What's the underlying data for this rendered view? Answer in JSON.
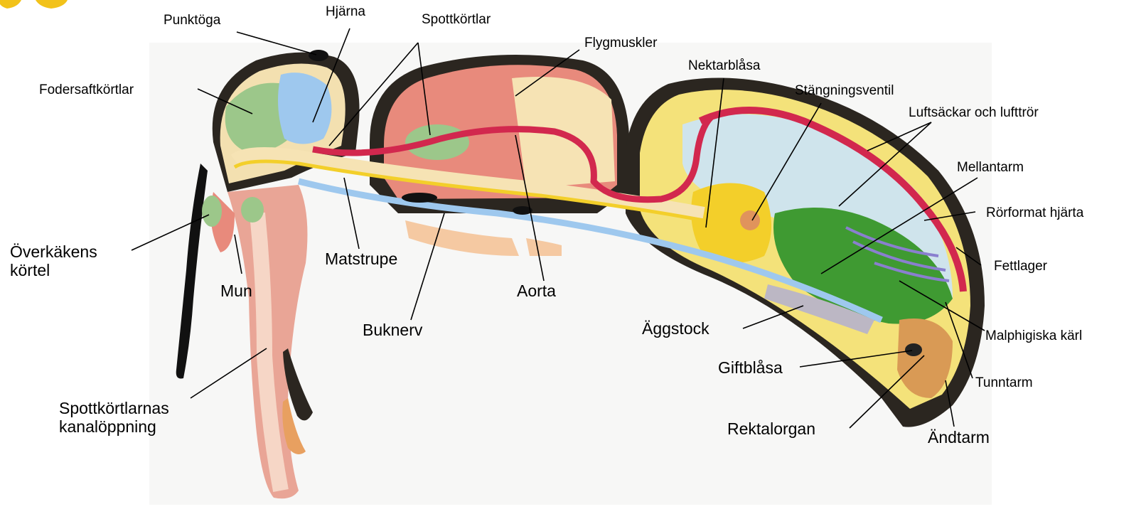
{
  "labels": {
    "punktoga": "Punktöga",
    "hjarna": "Hjärna",
    "spottkortlar": "Spottkörtlar",
    "flygmuskler": "Flygmuskler",
    "fodersaftkortlar": "Fodersaftkörtlar",
    "nektarblasa": "Nektarblåsa",
    "stangningsventil": "Stängningsventil",
    "luftsackar": "Luftsäckar och lufttrör",
    "mellantarm": "Mellantarm",
    "rorformat_hjarta": "Rörformat hjärta",
    "fettlager": "Fettlager",
    "overkakens_kortel": "Överkäkens\nkörtel",
    "mun": "Mun",
    "matstrupe": "Matstrupe",
    "aorta": "Aorta",
    "buknerv": "Buknerv",
    "aggstock": "Äggstock",
    "malphigiska": "Malphigiska kärl",
    "giftblasa": "Giftblåsa",
    "tunntarm": "Tunntarm",
    "spottkortlarnas": "Spottkörtlarnas\nkanalöppning",
    "rektalorgan": "Rektalorgan",
    "andtarm": "Ändtarm"
  },
  "colors": {
    "cuticle": "#2b2620",
    "muscle": "#e88a7c",
    "gland": "#9cc78a",
    "brain": "#9ec8ee",
    "crop": "#f3cf2a",
    "midgut": "#3f9a32",
    "aorta": "#d2284e",
    "airsac": "#cfe4ec",
    "fat": "#f4e27a",
    "body": "#f6e3b4"
  }
}
